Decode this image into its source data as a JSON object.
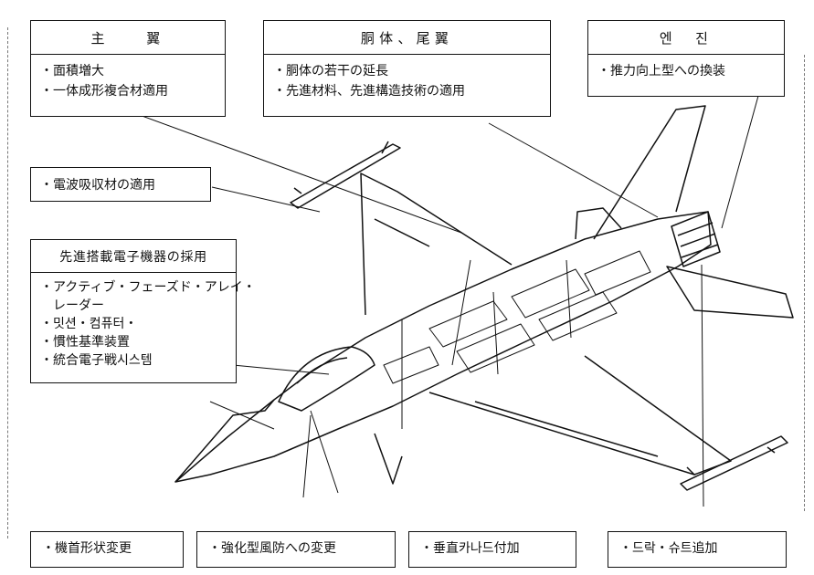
{
  "boxes": {
    "wing": {
      "title": "主　　翼",
      "items": [
        "・面積増大",
        "・一体成形複合材適用"
      ]
    },
    "fuselage": {
      "title": "胴体、尾翼",
      "items": [
        "・胴体の若干の延長",
        "・先進材料、先進構造技術の適用"
      ]
    },
    "engine": {
      "title": "엔　진",
      "items": [
        "・推力向上型への換装"
      ]
    },
    "radar_absorb": {
      "text": "・電波吸収材の適用"
    },
    "avionics": {
      "title": "先進搭載電子機器の採用",
      "items": [
        "・アクティブ・フェーズド・アレイ・",
        "　レーダー",
        "・밋션・컴퓨터・",
        "・慣性基準装置",
        "・統合電子戦시스템"
      ]
    }
  },
  "bottom": [
    "・機首形状変更",
    "・強化型風防への変更",
    "・垂直카나드付加",
    "・드락・슈트追加"
  ]
}
